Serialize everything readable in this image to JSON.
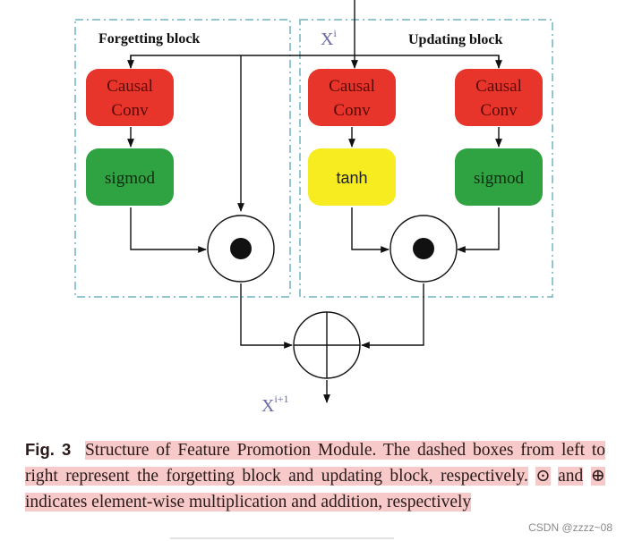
{
  "diagram": {
    "blocks": {
      "forgetting": {
        "title": "Forgetting block"
      },
      "updating": {
        "title": "Updating block"
      }
    },
    "nodes": {
      "causal_conv_1": {
        "line1": "Causal",
        "line2": "Conv",
        "color": "#e8352b"
      },
      "causal_conv_2": {
        "line1": "Causal",
        "line2": "Conv",
        "color": "#e8352b"
      },
      "causal_conv_3": {
        "line1": "Causal",
        "line2": "Conv",
        "color": "#e8352b"
      },
      "sigmod_1": {
        "label": "sigmod",
        "color": "#2fa341"
      },
      "tanh": {
        "label": "tanh",
        "color": "#f7ec1f"
      },
      "sigmod_2": {
        "label": "sigmod",
        "color": "#2fa341"
      }
    },
    "input_label": {
      "base": "X",
      "sup": "i"
    },
    "output_label": {
      "base": "X",
      "sup": "i+1"
    },
    "dashed_color": "#6fb3c0",
    "label_color": "#6a6aa8"
  },
  "caption": {
    "fig_label": "Fig. 3",
    "text1": "Structure of Feature Promotion Module. The dashed boxes from left to right represent the forgetting block and updating block, respectively.",
    "odot": "⊙",
    "and_word": "and",
    "oplus": "⊕",
    "text2": "indicates element-wise multiplication and addition, respectively"
  },
  "watermark": "CSDN @zzzz~08"
}
